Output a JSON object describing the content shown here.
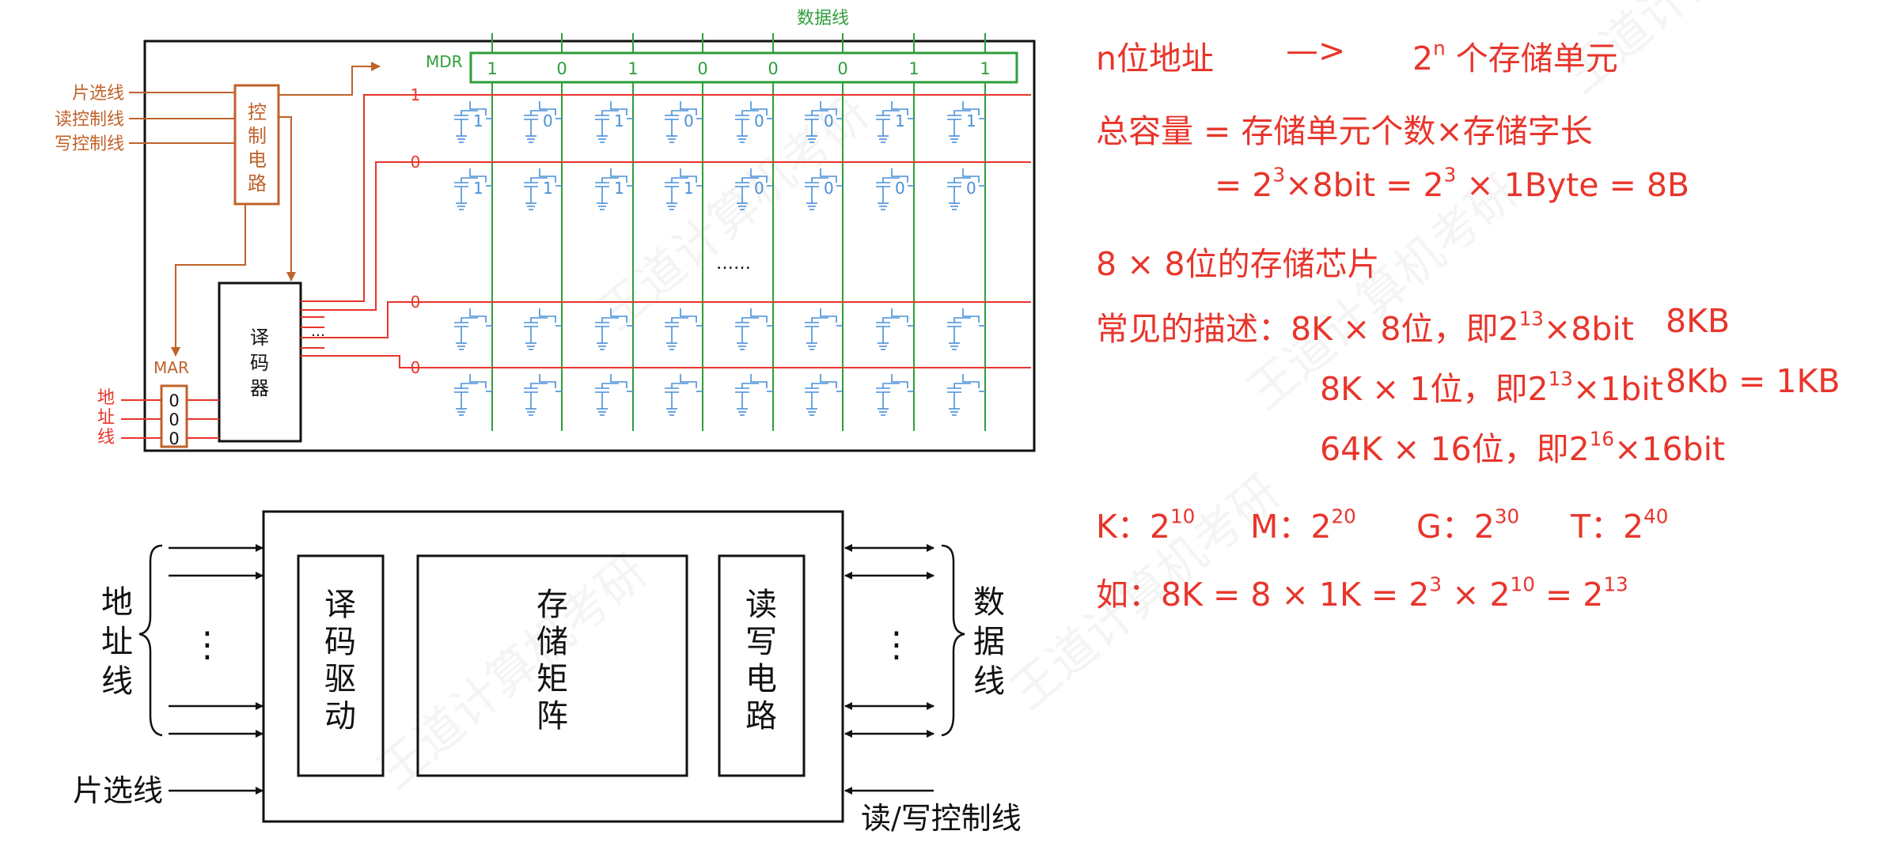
{
  "top_diagram": {
    "data_bus_label": "数据线",
    "mdr_label": "MDR",
    "mdr_bits": [
      "1",
      "0",
      "1",
      "0",
      "0",
      "0",
      "1",
      "1"
    ],
    "left_signals": [
      "片选线",
      "读控制线",
      "写控制线"
    ],
    "control_circuit": "控制电路",
    "decoder": "译码器",
    "decoder_ellipsis": "…",
    "mar_label": "MAR",
    "mar_bits": [
      "0",
      "0",
      "0"
    ],
    "address_line": "地址线",
    "row_select": [
      "1",
      "0",
      "0",
      "0"
    ],
    "row_cells": [
      [
        "1",
        "0",
        "1",
        "0",
        "0",
        "0",
        "1",
        "1"
      ],
      [
        "1",
        "1",
        "1",
        "1",
        "0",
        "0",
        "0",
        "0"
      ]
    ],
    "middle_ellipsis": "……"
  },
  "bottom_diagram": {
    "address_lines": "地址线",
    "decode_drive": "译码驱动",
    "storage_matrix": "存储矩阵",
    "rw_circuit": "读写电路",
    "data_lines": "数据线",
    "chip_select": "片选线",
    "rw_control": "读/写控制线",
    "vdots": "⋮"
  },
  "notes": {
    "l1a": "n位地址",
    "l1b": "—>",
    "l1c": "2",
    "l1c_sup": "n",
    "l1d": " 个存储单元",
    "l2": "总容量 = 存储单元个数×存储字长",
    "l3a": "= 2",
    "l3a_sup": "3",
    "l3b": "×8bit = 2",
    "l3b_sup": "3",
    "l3c": " × 1Byte = 8B",
    "l4": "8 × 8位的存储芯片",
    "l5a": "常见的描述：8K × 8位，即2",
    "l5a_sup": "13",
    "l5b": "×8bit",
    "l5c": "8KB",
    "l6a": "8K × 1位，即2",
    "l6a_sup": "13",
    "l6b": "×1bit",
    "l6c": "8Kb = 1KB",
    "l7a": "64K × 16位，即2",
    "l7a_sup": "16",
    "l7b": "×16bit",
    "l8_k": "K：2",
    "l8_k_sup": "10",
    "l8_m": "M：2",
    "l8_m_sup": "20",
    "l8_g": "G：2",
    "l8_g_sup": "30",
    "l8_t": "T：2",
    "l8_t_sup": "40",
    "l9a": "如：8K = 8 × 1K = 2",
    "l9a_sup": "3",
    "l9b": " × 2",
    "l9b_sup": "10",
    "l9c": " = 2",
    "l9c_sup": "13"
  },
  "colors": {
    "red": "#e8352b",
    "green": "#2e9e3a",
    "blue": "#4a90d9",
    "brown": "#c0622a",
    "black": "#111111"
  }
}
